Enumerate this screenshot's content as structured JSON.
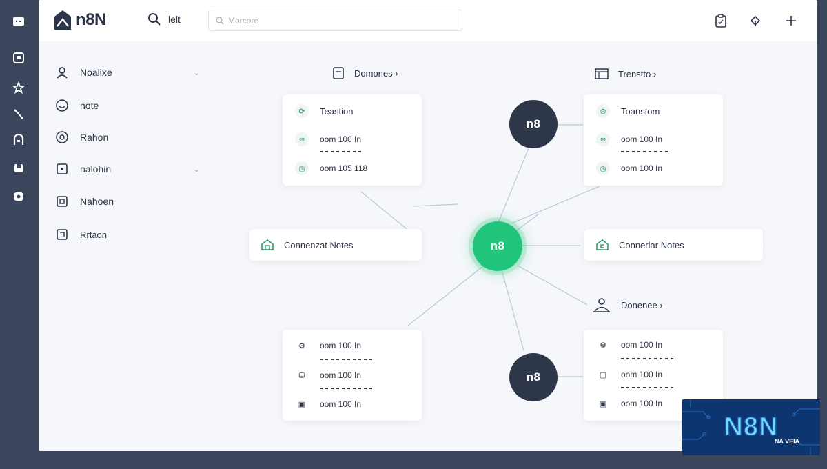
{
  "app": {
    "logo_text": "n8N",
    "search_label": "lelt",
    "search_placeholder": "Morcore"
  },
  "sidebar": {
    "items": [
      {
        "label": "Noalixe",
        "icon": "user-icon",
        "has_chevron": true
      },
      {
        "label": "note",
        "icon": "smile-icon"
      },
      {
        "label": "Rahon",
        "icon": "circle-icon"
      },
      {
        "label": "nalohin",
        "icon": "square-dot-icon",
        "has_chevron": true
      },
      {
        "label": "Nahoen",
        "icon": "frame-icon"
      },
      {
        "label": "Rrtaon",
        "icon": "frame-icon"
      }
    ]
  },
  "canvas": {
    "header_top_left": "Domones ›",
    "header_top_right": "Trenstto ›",
    "header_mid_right": "Donenee ›",
    "card_top_left": {
      "rows": [
        "Teastion",
        "oom 100 In",
        "oom 105 118"
      ]
    },
    "card_top_right": {
      "rows": [
        "Toanstom",
        "oom 100 In",
        "oom 100 In"
      ]
    },
    "card_bottom_left": {
      "rows": [
        "oom 100 In",
        "oom 100 In",
        "oom 100 In"
      ]
    },
    "card_bottom_right": {
      "rows": [
        "oom 100 In",
        "oom 100 In",
        "oom 100 In"
      ]
    },
    "pill_left": "Connenzat Notes",
    "pill_right": "Connerlar Notes",
    "node_label": "n8"
  },
  "watermark": {
    "text_main": "N8N",
    "text_sub": "NA VEIA"
  },
  "colors": {
    "rail": "#3b455c",
    "accent_green": "#20c47a",
    "node_dark": "#2e3649"
  }
}
